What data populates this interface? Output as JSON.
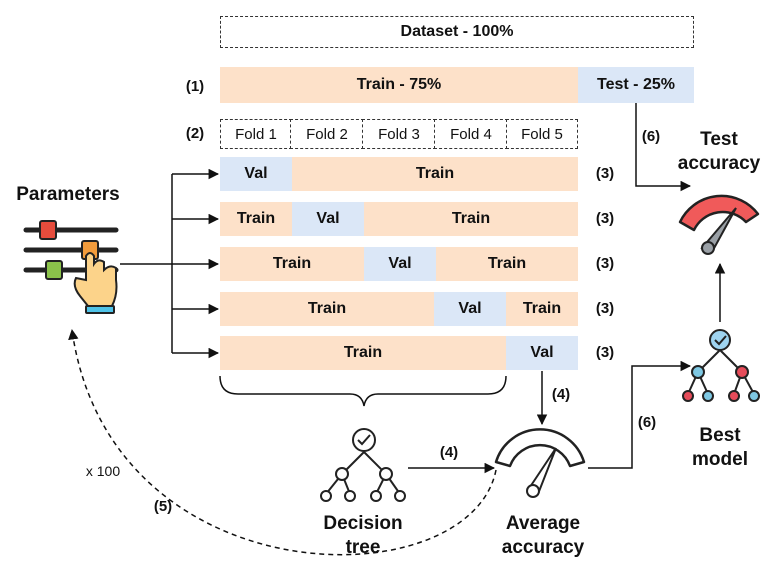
{
  "dataset_label": "Dataset - 100%",
  "steps": {
    "s1": "(1)",
    "s2": "(2)",
    "s3": "(3)",
    "s4": "(4)",
    "s5": "(5)",
    "s6": "(6)"
  },
  "split": {
    "train": "Train - 75%",
    "test": "Test - 25%"
  },
  "folds": [
    "Fold 1",
    "Fold 2",
    "Fold 3",
    "Fold 4",
    "Fold 5"
  ],
  "cv_rows": [
    {
      "val_index": 0,
      "val": "Val",
      "train": "Train"
    },
    {
      "val_index": 1,
      "val": "Val",
      "train": "Train"
    },
    {
      "val_index": 2,
      "val": "Val",
      "train": "Train"
    },
    {
      "val_index": 3,
      "val": "Val",
      "train": "Train"
    },
    {
      "val_index": 4,
      "val": "Val",
      "train": "Train"
    }
  ],
  "labels": {
    "parameters": "Parameters",
    "test_accuracy_1": "Test",
    "test_accuracy_2": "accuracy",
    "best_model_1": "Best",
    "best_model_2": "model",
    "decision_tree_1": "Decision",
    "decision_tree_2": "tree",
    "average_accuracy_1": "Average",
    "average_accuracy_2": "accuracy",
    "repeat": "x 100"
  },
  "colors": {
    "train": "#fde1c9",
    "validation": "#dbe7f7",
    "gauge_red": "#f05a5a",
    "node_blue": "#7ec8e3",
    "node_red": "#e64c5a",
    "check_blue": "#9fd4f0"
  },
  "icons": [
    "sliders-icon",
    "hand-pointer-icon",
    "decision-tree-icon",
    "gauge-icon",
    "best-model-tree-icon",
    "checkmark-icon"
  ]
}
